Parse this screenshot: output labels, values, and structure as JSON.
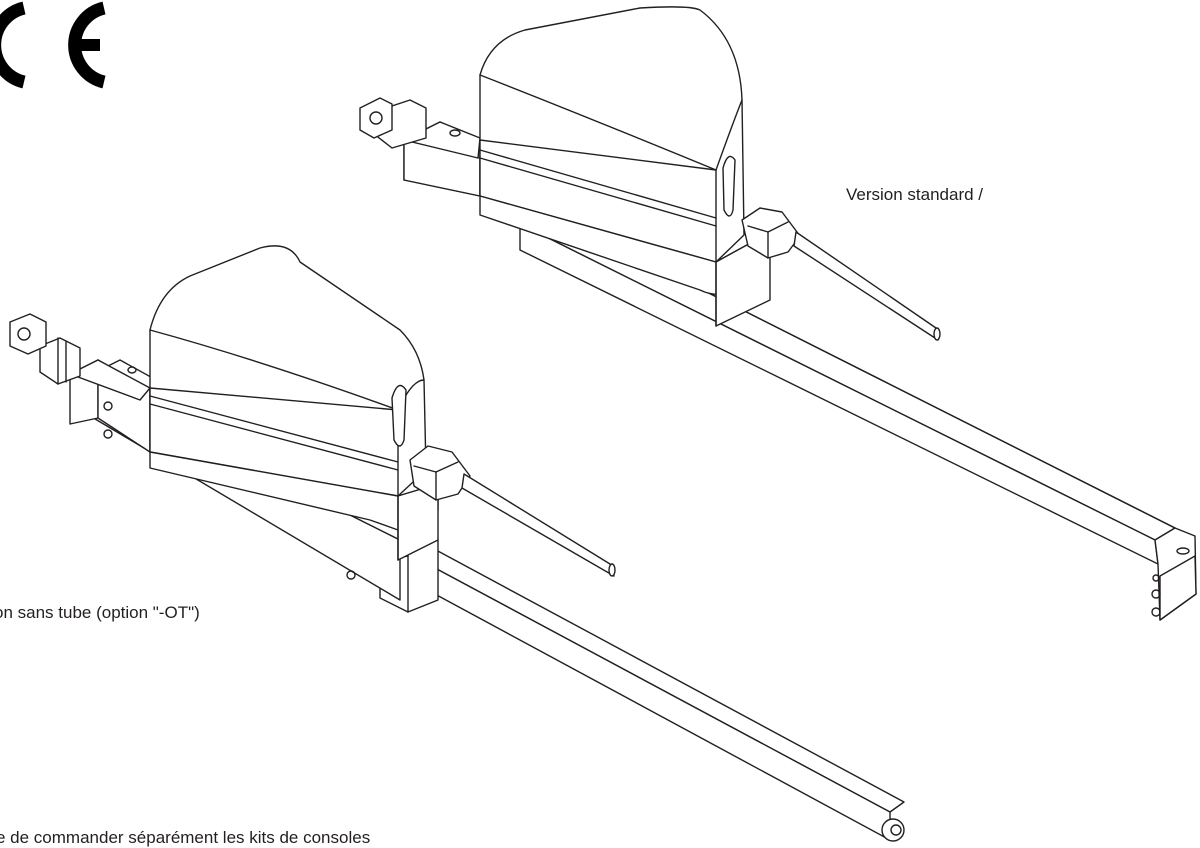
{
  "figure": {
    "labels": {
      "standard_version": "Version standard /",
      "tubeless_version": "on sans tube (option \"-OT\")",
      "footnote": "e de commander séparément les kits de consoles"
    },
    "mark": {
      "text": "CE",
      "description": "CE conformity mark"
    },
    "colors": {
      "ink": "#231f20",
      "body_shading": "#e6e6e6",
      "background": "#ffffff"
    }
  }
}
